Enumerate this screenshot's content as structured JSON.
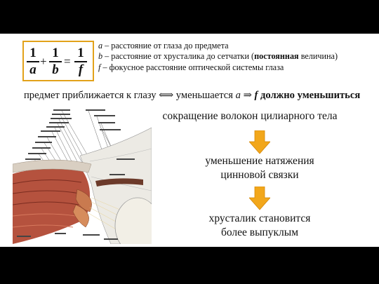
{
  "formula": {
    "term1_num": "1",
    "term1_den": "a",
    "plus": "+",
    "term2_num": "1",
    "term2_den": "b",
    "equals": "=",
    "term3_num": "1",
    "term3_den": "f"
  },
  "definitions": [
    {
      "var": "a",
      "text": " – расстояние от глаза до предмета"
    },
    {
      "var": "b",
      "text_before": " – расстояние от хрусталика до сетчатки (",
      "bold": "постоянная",
      "text_after": " величина)"
    },
    {
      "var": "f",
      "text": " – фокусное расстояние оптической системы глаза"
    }
  ],
  "main_statement": {
    "part1": "предмет приближается к глазу ⟺ уменьшается ",
    "var": "a",
    "arrow": " ⇒ ",
    "var_bold": "f",
    "part2": " должно уменьшиться"
  },
  "steps": {
    "step1": "сокращение волокон цилиарного тела",
    "step2_line1": "уменьшение натяжения",
    "step2_line2": "цинновой связки",
    "step3_line1": "хрусталик становится",
    "step3_line2": "более выпуклым"
  },
  "colors": {
    "accent": "#e2a21a",
    "arrow_fill": "#f2a71b",
    "muscle": "#b5523e"
  }
}
